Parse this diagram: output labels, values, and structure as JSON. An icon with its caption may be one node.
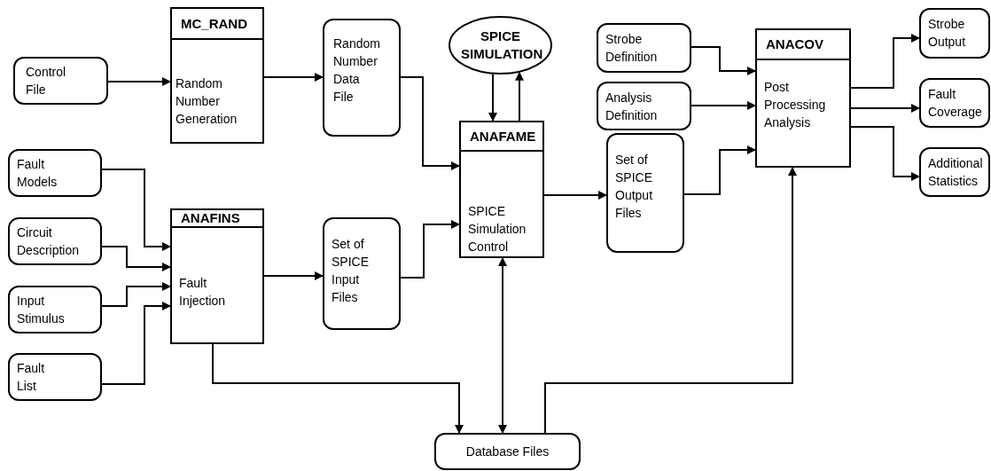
{
  "diagram": {
    "nodes": [
      {
        "text": [
          "Control File"
        ]
      },
      {
        "text": [
          "MC_RAND",
          "Random Number Generation"
        ]
      },
      {
        "text": [
          "Random Number Data File"
        ]
      },
      {
        "text": [
          "SPICE SIMULATION"
        ]
      },
      {
        "text": [
          "Fault Models"
        ]
      },
      {
        "text": [
          "Circuit Description"
        ]
      },
      {
        "text": [
          "Input Stimulus"
        ]
      },
      {
        "text": [
          "Fault List"
        ]
      },
      {
        "text": [
          "ANAFINS",
          "Fault Injection"
        ]
      },
      {
        "text": [
          "Set of SPICE Input Files"
        ]
      },
      {
        "text": [
          "ANAFAME",
          "SPICE Simulation Control"
        ]
      },
      {
        "text": [
          "Set of SPICE Output Files"
        ]
      },
      {
        "text": [
          "Strobe Definition"
        ]
      },
      {
        "text": [
          "Analysis Definition"
        ]
      },
      {
        "text": [
          "ANACOV",
          "Post Processing Analysis"
        ]
      },
      {
        "text": [
          "Strobe Output"
        ]
      },
      {
        "text": [
          "Fault Coverage"
        ]
      },
      {
        "text": [
          "Additional Statistics"
        ]
      },
      {
        "text": [
          "Database Files"
        ]
      }
    ],
    "edges": [
      {
        "from": 0,
        "to": 1,
        "arrow": "to"
      },
      {
        "from": 1,
        "to": 2,
        "arrow": "to"
      },
      {
        "from": 2,
        "to": 10,
        "arrow": "to"
      },
      {
        "from": 3,
        "to": 10,
        "arrow": "to"
      },
      {
        "from": 10,
        "to": 3,
        "arrow": "to"
      },
      {
        "from": 4,
        "to": 8,
        "arrow": "to"
      },
      {
        "from": 5,
        "to": 8,
        "arrow": "to"
      },
      {
        "from": 6,
        "to": 8,
        "arrow": "to"
      },
      {
        "from": 7,
        "to": 8,
        "arrow": "to"
      },
      {
        "from": 8,
        "to": 9,
        "arrow": "to"
      },
      {
        "from": 9,
        "to": 10,
        "arrow": "to"
      },
      {
        "from": 10,
        "to": 11,
        "arrow": "to"
      },
      {
        "from": 12,
        "to": 14,
        "arrow": "to"
      },
      {
        "from": 13,
        "to": 14,
        "arrow": "to"
      },
      {
        "from": 11,
        "to": 14,
        "arrow": "to"
      },
      {
        "from": 14,
        "to": 15,
        "arrow": "to"
      },
      {
        "from": 14,
        "to": 16,
        "arrow": "to"
      },
      {
        "from": 14,
        "to": 17,
        "arrow": "to"
      },
      {
        "from": 8,
        "to": 18,
        "arrow": "to"
      },
      {
        "from": 10,
        "to": 18,
        "arrow": "both"
      },
      {
        "from": 18,
        "to": 14,
        "arrow": "to"
      }
    ]
  }
}
